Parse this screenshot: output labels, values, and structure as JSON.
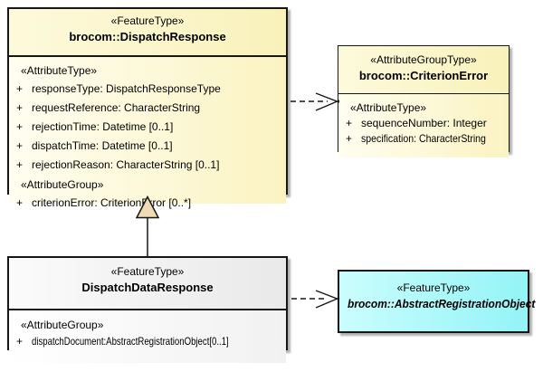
{
  "diagram_type": "uml-class-diagram",
  "colors": {
    "background": "#ffffff",
    "class_fill_yellow": "#FBF3C2",
    "class_fill_gray": "#F1F1F1",
    "class_fill_cyan": "#99F5F7",
    "border": "#161616",
    "generalization_triangle_fill": "#F0DCB4",
    "shadow": "#B0B0B0"
  },
  "classes": {
    "dispatchResponse": {
      "stereotype": "«FeatureType»",
      "name": "brocom::DispatchResponse",
      "attr_type_heading": "«AttributeType»",
      "attrs": [
        {
          "vis": "+",
          "text": "responseType: DispatchResponseType"
        },
        {
          "vis": "+",
          "text": "requestReference: CharacterString"
        },
        {
          "vis": "+",
          "text": "rejectionTime: Datetime [0..1]"
        },
        {
          "vis": "+",
          "text": "dispatchTime: Datetime [0..1]"
        },
        {
          "vis": "+",
          "text": "rejectionReason: CharacterString [0..1]"
        }
      ],
      "attr_group_heading": "«AttributeGroup»",
      "group_attrs": [
        {
          "vis": "+",
          "text": "criterionError: CriterionError [0..*]"
        }
      ]
    },
    "criterionError": {
      "stereotype": "«AttributeGroupType»",
      "name": "brocom::CriterionError",
      "attr_type_heading": "«AttributeType»",
      "attrs": [
        {
          "vis": "+",
          "text": "sequenceNumber: Integer"
        },
        {
          "vis": "+",
          "text": "specification: CharacterString"
        }
      ]
    },
    "dispatchDataResponse": {
      "stereotype": "«FeatureType»",
      "name": "DispatchDataResponse",
      "attr_group_heading": "«AttributeGroup»",
      "group_attrs": [
        {
          "vis": "+",
          "text": "dispatchDocument:AbstractRegistrationObject[0..1]"
        }
      ]
    },
    "abstractRegistrationObject": {
      "stereotype": "«FeatureType»",
      "name": "brocom::AbstractRegistrationObject"
    }
  },
  "relations": [
    {
      "type": "generalization",
      "from": "DispatchDataResponse",
      "to": "brocom::DispatchResponse",
      "line": "solid",
      "arrowhead": "hollow-triangle"
    },
    {
      "type": "dependency",
      "from": "brocom::DispatchResponse",
      "to": "brocom::CriterionError",
      "line": "dashed",
      "arrowhead": "open"
    },
    {
      "type": "dependency",
      "from": "DispatchDataResponse",
      "to": "brocom::AbstractRegistrationObject",
      "line": "dashed",
      "arrowhead": "open"
    }
  ]
}
